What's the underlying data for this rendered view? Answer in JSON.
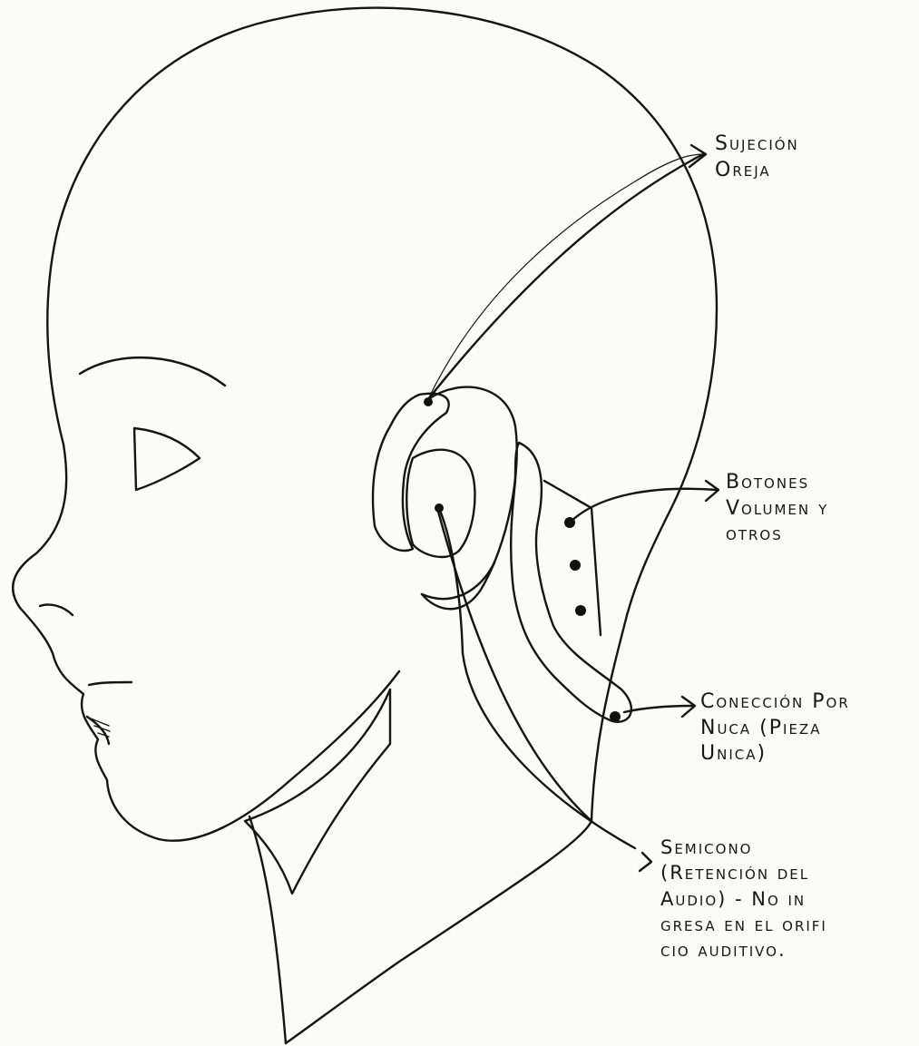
{
  "annotations": {
    "sujecion": {
      "lines": [
        "Sujeción",
        "Oreja"
      ]
    },
    "botones": {
      "lines": [
        "Botones",
        "Volumen y",
        "otros"
      ]
    },
    "conexion": {
      "lines": [
        "Conección Por",
        "Nuca (Pieza",
        "Unica)"
      ]
    },
    "semicono": {
      "lines": [
        "Semicono",
        "(Retención del",
        "Audio) - No in",
        "gresa en el orifi",
        "cio auditivo."
      ]
    }
  },
  "colors": {
    "ink": "#141414",
    "paper": "#fbfbfa"
  },
  "buttons_count": 3
}
